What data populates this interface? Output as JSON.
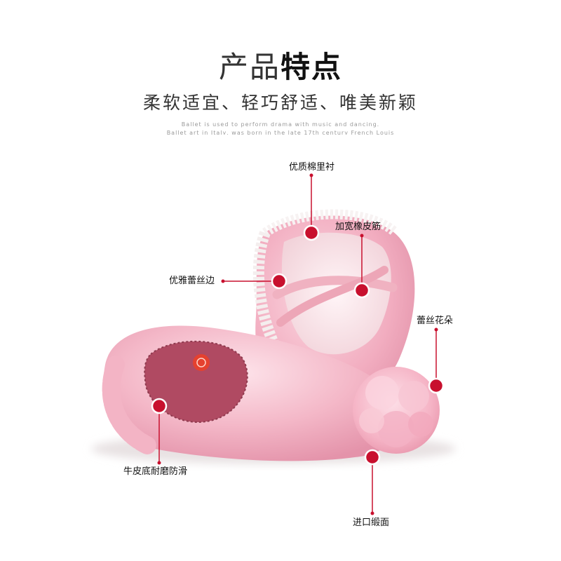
{
  "header": {
    "title_light": "产品",
    "title_bold": "特点",
    "subtitle": "柔软适宜、轻巧舒适、唯美新颖",
    "desc_line1": "Ballet is used to perform drama with music and dancing.",
    "desc_line2": "Ballet art in Italy, was born in the late 17th century French Louis"
  },
  "features": {
    "lining": "优质棉里衬",
    "elastic": "加宽橡皮筋",
    "lace_edge": "优雅蕾丝边",
    "lace_flower": "蕾丝花朵",
    "sole": "牛皮底耐磨防滑",
    "satin": "进口缎面"
  },
  "colors": {
    "marker": "#c8102e",
    "satin_pink": "#f4b8c8",
    "suede_sole": "#b04a62",
    "lace_white": "#f7f2f2"
  }
}
